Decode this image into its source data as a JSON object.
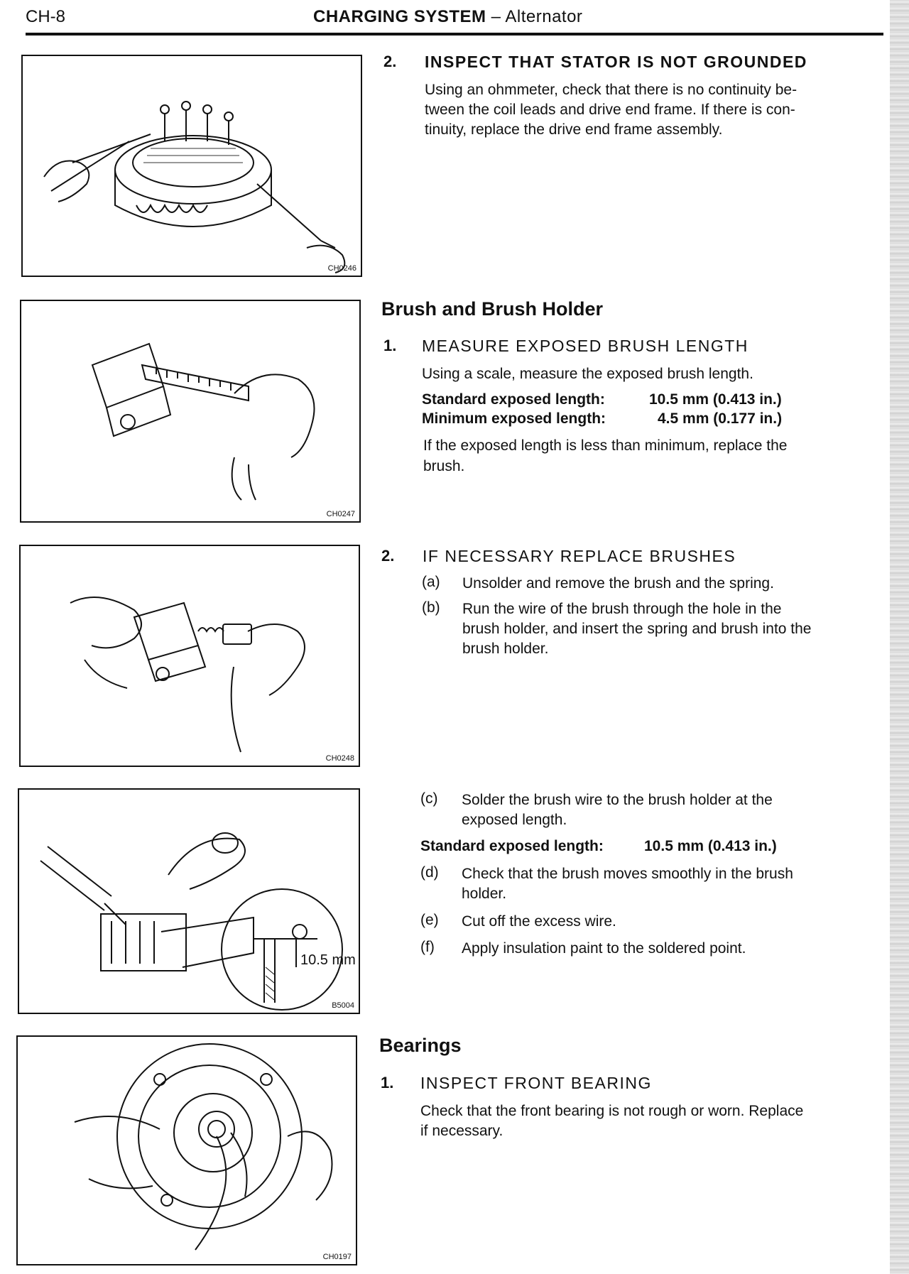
{
  "header": {
    "page_id": "CH-8",
    "title_main": "CHARGING SYSTEM",
    "title_sub": " – Alternator"
  },
  "figures": {
    "fig1_code": "CH0246",
    "fig2_code": "CH0247",
    "fig3_code": "CH0248",
    "fig4_code": "B5004",
    "fig4_dim": "10.5 mm",
    "fig5_code": "CH0197"
  },
  "stator": {
    "number": "2.",
    "title": "INSPECT THAT STATOR IS NOT GROUNDED",
    "body_l1": "Using an ohmmeter, check that there is no continuity be-",
    "body_l2": "tween the coil leads and drive end frame. If there is con-",
    "body_l3": "tinuity, replace the drive end frame assembly."
  },
  "brush": {
    "section_title": "Brush and Brush Holder",
    "step1": {
      "number": "1.",
      "title": "MEASURE EXPOSED BRUSH LENGTH",
      "body": "Using a scale, measure the exposed brush length.",
      "std_label": "Standard exposed length:",
      "std_value": "10.5 mm (0.413 in.)",
      "min_label": "Minimum exposed length:",
      "min_value": "4.5 mm (0.177 in.)",
      "note_l1": "If the exposed length is less than minimum, replace the",
      "note_l2": "brush."
    },
    "step2": {
      "number": "2.",
      "title": "IF NECESSARY REPLACE BRUSHES",
      "a_letter": "(a)",
      "a_text": "Unsolder and remove the brush and the spring.",
      "b_letter": "(b)",
      "b_l1": "Run the wire of the brush through the hole in the",
      "b_l2": "brush holder, and insert the spring and brush into the",
      "b_l3": "brush holder.",
      "c_letter": "(c)",
      "c_l1": "Solder the brush wire to the brush holder at the",
      "c_l2": "exposed length.",
      "std_label": "Standard exposed length:",
      "std_value": "10.5 mm (0.413 in.)",
      "d_letter": "(d)",
      "d_l1": "Check that the brush moves smoothly in the brush",
      "d_l2": "holder.",
      "e_letter": "(e)",
      "e_text": "Cut off the excess wire.",
      "f_letter": "(f)",
      "f_text": "Apply insulation paint to the soldered point."
    }
  },
  "bearings": {
    "section_title": "Bearings",
    "number": "1.",
    "title": "INSPECT FRONT BEARING",
    "body_l1": "Check that the front bearing is not rough or worn. Replace",
    "body_l2": "if necessary."
  }
}
